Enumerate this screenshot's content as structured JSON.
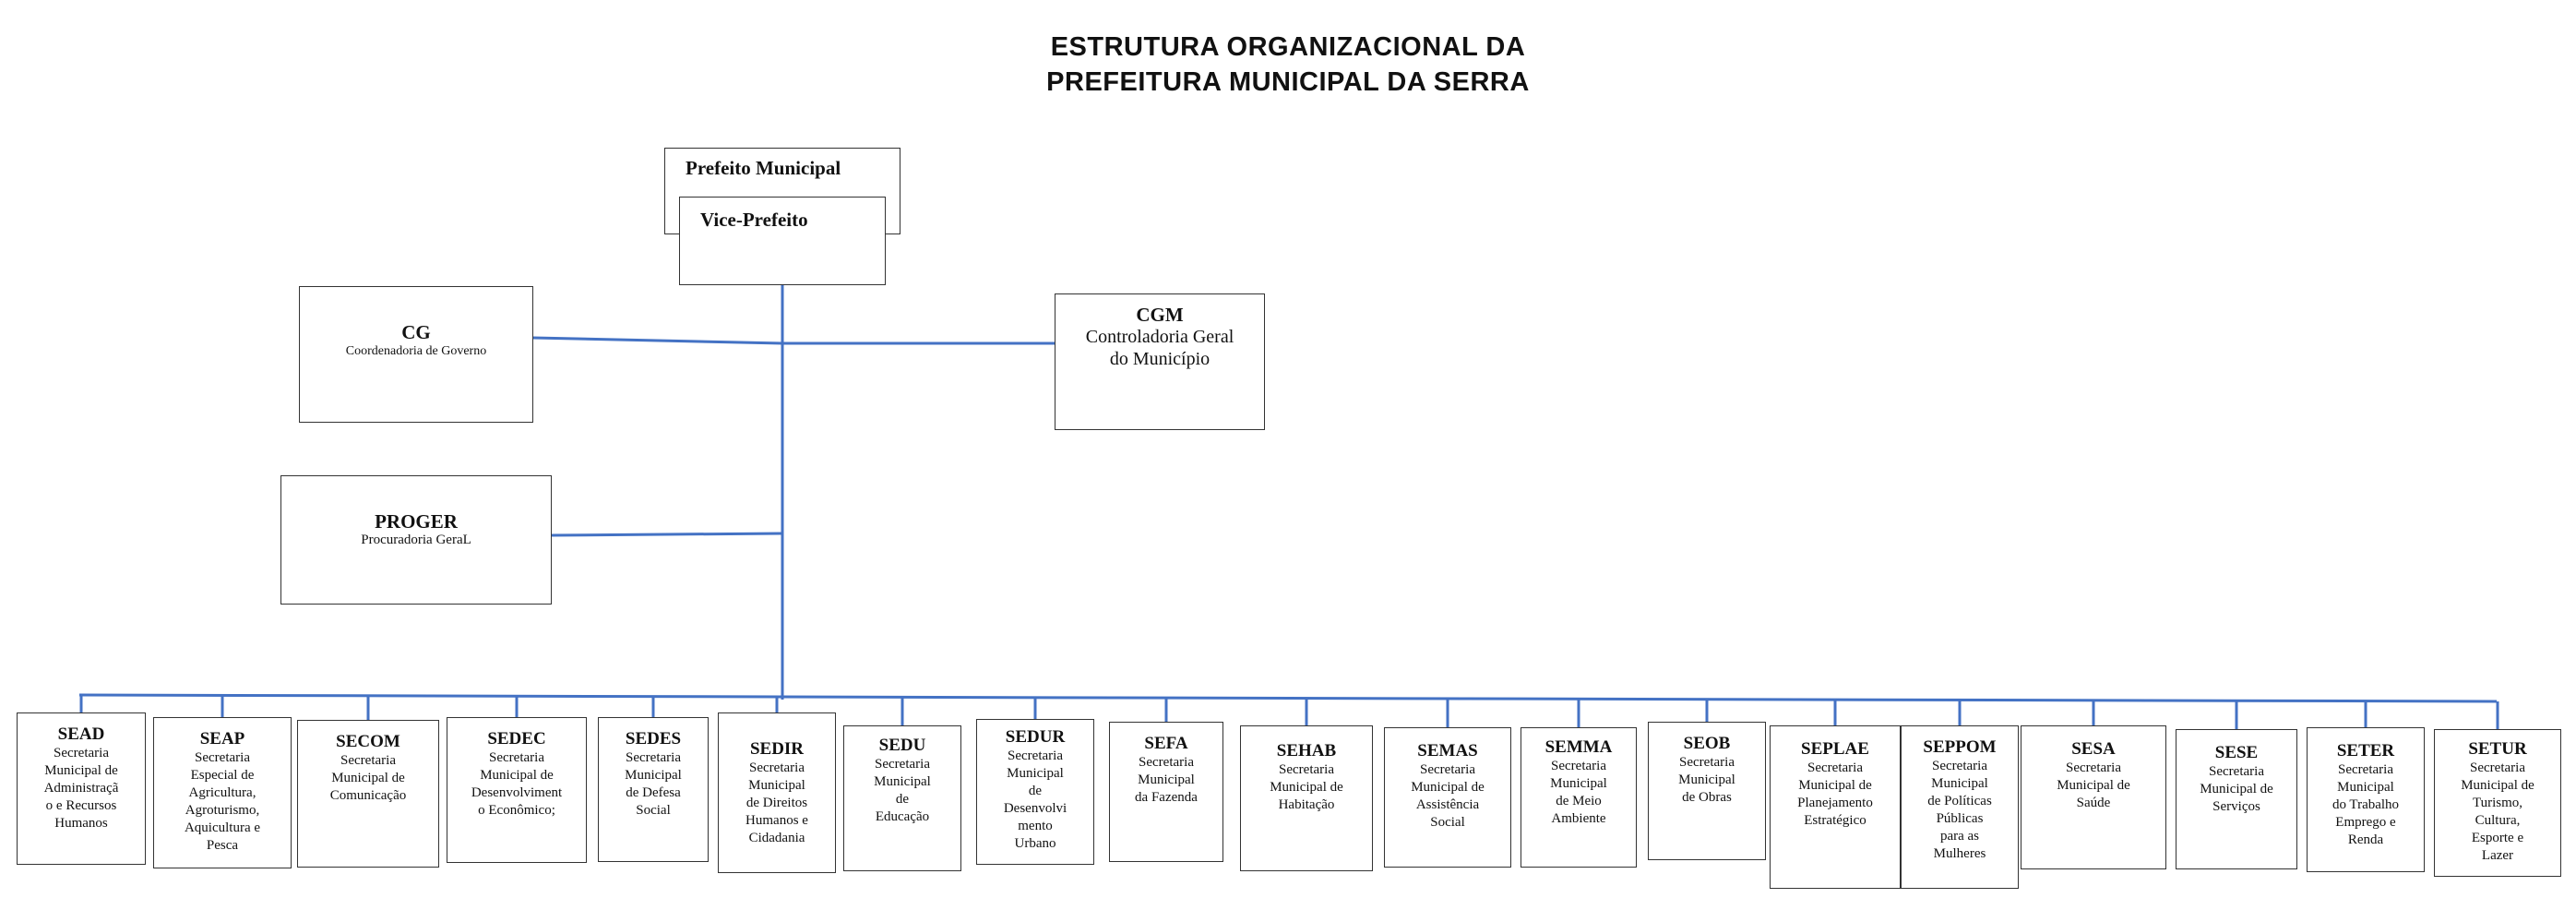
{
  "title": {
    "line1": "ESTRUTURA ORGANIZACIONAL DA",
    "line2": "PREFEITURA MUNICIPAL DA SERRA"
  },
  "top": {
    "prefeito": "Prefeito Municipal",
    "vice": "Vice-Prefeito",
    "cg": {
      "abbr": "CG",
      "desc": "Coordenadoria de Governo"
    },
    "cgm": {
      "abbr": "CGM",
      "desc": "Controladoria Geral\ndo Município"
    },
    "proger": {
      "abbr": "PROGER",
      "desc": "Procuradoria GeraL"
    }
  },
  "secretarias": [
    {
      "abbr": "SEAD",
      "desc": "Secretaria\nMunicipal de\nAdministraçã\no e Recursos\nHumanos"
    },
    {
      "abbr": "SEAP",
      "desc": "Secretaria\nEspecial de\nAgricultura,\nAgroturismo,\nAquicultura e\nPesca"
    },
    {
      "abbr": "SECOM",
      "desc": "Secretaria\nMunicipal de\nComunicação"
    },
    {
      "abbr": "SEDEC",
      "desc": "Secretaria\nMunicipal de\nDesenvolviment\no Econômico;"
    },
    {
      "abbr": "SEDES",
      "desc": "Secretaria\nMunicipal\nde Defesa\nSocial"
    },
    {
      "abbr": "SEDIR",
      "desc": "Secretaria\nMunicipal\nde Direitos\nHumanos e\nCidadania"
    },
    {
      "abbr": "SEDU",
      "desc": "Secretaria\nMunicipal\nde\nEducação"
    },
    {
      "abbr": "SEDUR",
      "desc": "Secretaria\nMunicipal\nde\nDesenvolvi\nmento\nUrbano"
    },
    {
      "abbr": "SEFA",
      "desc": "Secretaria\nMunicipal\nda Fazenda"
    },
    {
      "abbr": "SEHAB",
      "desc": "Secretaria\nMunicipal de\nHabitação"
    },
    {
      "abbr": "SEMAS",
      "desc": "Secretaria\nMunicipal de\nAssistência\nSocial"
    },
    {
      "abbr": "SEMMA",
      "desc": "Secretaria\nMunicipal\nde Meio\nAmbiente"
    },
    {
      "abbr": "SEOB",
      "desc": "Secretaria\nMunicipal\nde Obras"
    },
    {
      "abbr": "SEPLAE",
      "desc": "Secretaria\nMunicipal de\nPlanejamento\nEstratégico"
    },
    {
      "abbr": "SEPPOM",
      "desc": "Secretaria\nMunicipal\nde Políticas\nPúblicas\npara as\nMulheres"
    },
    {
      "abbr": "SESA",
      "desc": "Secretaria\nMunicipal de\nSaúde"
    },
    {
      "abbr": "SESE",
      "desc": "Secretaria\nMunicipal de\nServiços"
    },
    {
      "abbr": "SETER",
      "desc": "Secretaria\nMunicipal\ndo Trabalho\nEmprego e\nRenda"
    },
    {
      "abbr": "SETUR",
      "desc": "Secretaria\nMunicipal de\nTurismo,\nCultura,\nEsporte e\nLazer"
    }
  ]
}
